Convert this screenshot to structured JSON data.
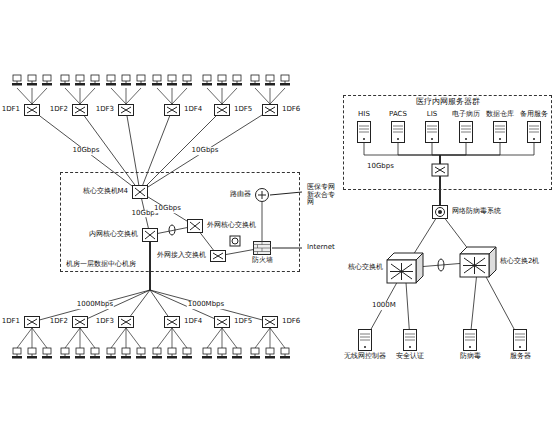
{
  "diagram": {
    "nodes": [
      {
        "text": [
          "1DF1"
        ]
      },
      {
        "text": [
          "1DF2"
        ]
      },
      {
        "text": [
          "1DF3"
        ]
      },
      {
        "text": [
          "1DF4"
        ]
      },
      {
        "text": [
          "1DF5"
        ]
      },
      {
        "text": [
          "1DF6"
        ]
      },
      {
        "text": [
          "机房一层数据中心机房"
        ]
      },
      {
        "text": [
          "核心交换机M4"
        ],
        "in": 6
      },
      {
        "text": [
          "内网核心交换机"
        ],
        "in": 6
      },
      {
        "text": [
          "外网核心交换机"
        ],
        "in": 6
      },
      {
        "text": [
          "路由器"
        ],
        "in": 6
      },
      {
        "text": [
          "防火墙"
        ],
        "in": 6
      },
      {
        "text": [
          "外网接入交换机"
        ],
        "in": 6
      },
      {
        "text": [
          "1DF1"
        ]
      },
      {
        "text": [
          "1DF2"
        ]
      },
      {
        "text": [
          "1DF3"
        ]
      },
      {
        "text": [
          "1DF4"
        ]
      },
      {
        "text": [
          "1DF5"
        ]
      },
      {
        "text": [
          "1DF6"
        ]
      },
      {
        "text": [
          "医疗内网服务器群"
        ]
      },
      {
        "text": [
          "HIS"
        ],
        "in": 19
      },
      {
        "text": [
          "PACS"
        ],
        "in": 19
      },
      {
        "text": [
          "LIS"
        ],
        "in": 19
      },
      {
        "text": [
          "电子病历"
        ],
        "in": 19
      },
      {
        "text": [
          "数据仓库"
        ],
        "in": 19
      },
      {
        "text": [
          "备用服务"
        ],
        "in": 19
      },
      {
        "text": [
          "网络防病毒系统"
        ]
      },
      {
        "text": [
          "核心交换机"
        ]
      },
      {
        "text": [
          "核心交换2机"
        ]
      },
      {
        "text": [
          "无线网控制器"
        ]
      },
      {
        "text": [
          "安全认证"
        ]
      },
      {
        "text": [
          "防病毒"
        ]
      },
      {
        "text": [
          "服务器"
        ]
      }
    ],
    "edges": [
      {
        "from": 0,
        "to": 7,
        "arrow": "none",
        "label": "10Gbps"
      },
      {
        "from": 1,
        "to": 7,
        "arrow": "none"
      },
      {
        "from": 2,
        "to": 7,
        "arrow": "none"
      },
      {
        "from": 3,
        "to": 7,
        "arrow": "none"
      },
      {
        "from": 4,
        "to": 7,
        "arrow": "none"
      },
      {
        "from": 5,
        "to": 7,
        "arrow": "none",
        "label": "10Gbps"
      },
      {
        "from": 7,
        "to": 8,
        "arrow": "none",
        "label": "10Gbps"
      },
      {
        "from": 7,
        "to": 9,
        "arrow": "none",
        "label": "10Gbps"
      },
      {
        "from": 8,
        "to": 9,
        "arrow": "none"
      },
      {
        "from": 9,
        "to": 12,
        "arrow": "none"
      },
      {
        "from": 12,
        "to": 11,
        "arrow": "none"
      },
      {
        "from": 10,
        "to": 11,
        "arrow": "none"
      },
      {
        "from": 8,
        "to": 13,
        "arrow": "none",
        "label": "1000Mbps"
      },
      {
        "from": 8,
        "to": 14,
        "arrow": "none"
      },
      {
        "from": 8,
        "to": 15,
        "arrow": "none"
      },
      {
        "from": 8,
        "to": 16,
        "arrow": "none"
      },
      {
        "from": 8,
        "to": 17,
        "arrow": "none"
      },
      {
        "from": 8,
        "to": 18,
        "arrow": "none",
        "label": "1000Mbps"
      },
      {
        "from": 20,
        "to": 26,
        "arrow": "none"
      },
      {
        "from": 21,
        "to": 26,
        "arrow": "none"
      },
      {
        "from": 22,
        "to": 26,
        "arrow": "none"
      },
      {
        "from": 23,
        "to": 26,
        "arrow": "none"
      },
      {
        "from": 24,
        "to": 26,
        "arrow": "none"
      },
      {
        "from": 25,
        "to": 26,
        "arrow": "none"
      },
      {
        "from": 26,
        "to": 27,
        "arrow": "none"
      },
      {
        "from": 26,
        "to": 28,
        "arrow": "none"
      },
      {
        "from": 27,
        "to": 28,
        "arrow": "none"
      },
      {
        "from": 27,
        "to": 29,
        "arrow": "none",
        "label": "1000M"
      },
      {
        "from": 27,
        "to": 30,
        "arrow": "none"
      },
      {
        "from": 28,
        "to": 31,
        "arrow": "none"
      },
      {
        "from": 28,
        "to": 32,
        "arrow": "none"
      }
    ],
    "labels": [
      "医保专网 新农合专网",
      "Internet",
      "10Gbps"
    ]
  }
}
